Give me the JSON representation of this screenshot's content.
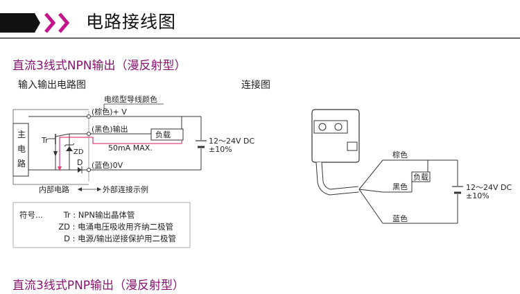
{
  "header": {
    "title": "电路接线图",
    "colors": {
      "bar": "#111111",
      "chevron": "#c4168b",
      "rule": "#333333"
    }
  },
  "section1": {
    "title": "直流3线式NPN输出（漫反射型）",
    "circuit_label": "输入输出电路图",
    "wiring_label": "连接图",
    "circuit": {
      "main_circuit": [
        "主",
        "电",
        "路"
      ],
      "cable_color_note": "电缆型导线颜色",
      "wire_brown": "(棕色)+ V",
      "wire_black": "(黑色)输出",
      "wire_blue": "(蓝色)0V",
      "load": "负载",
      "current": "50mA MAX.",
      "supply": [
        "12～24V DC",
        "±10%"
      ],
      "tr": "Tr",
      "zd": "ZD",
      "d": "D",
      "internal": "内部电路",
      "external": "外部连接示例",
      "accent": "#e0457b"
    },
    "legend": {
      "prefix": "符号...",
      "items": [
        {
          "sym": "Tr",
          "desc": ": NPN输出晶体管"
        },
        {
          "sym": "ZD",
          "desc": ": 电涌电压吸收用齐纳二极管"
        },
        {
          "sym": "D",
          "desc": ": 电源/输出逆接保护用二极管"
        }
      ]
    },
    "wiring": {
      "brown": "棕色",
      "black": "黑色",
      "blue": "蓝色",
      "load": "负载",
      "supply": [
        "12～24V DC",
        "±10%"
      ]
    }
  },
  "section2": {
    "title": "直流3线式PNP输出（漫反射型）"
  }
}
